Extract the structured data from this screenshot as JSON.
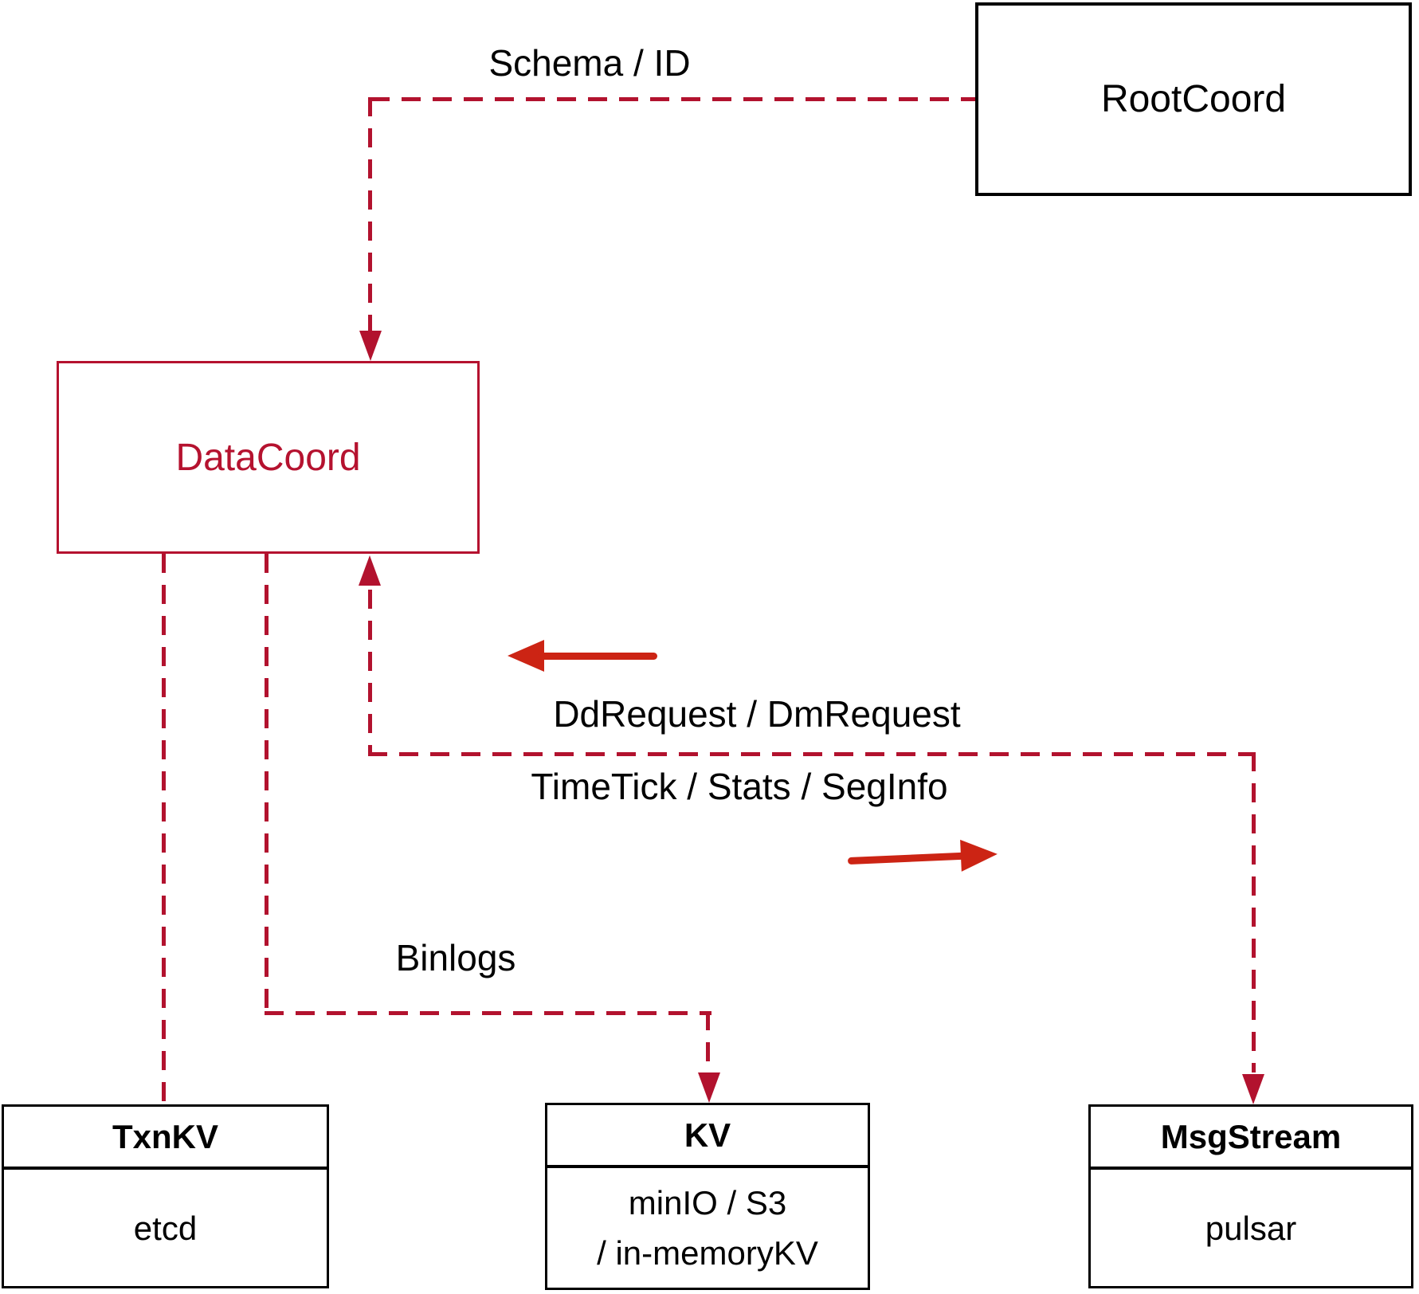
{
  "diagram": {
    "nodes": {
      "rootcoord": {
        "label": "RootCoord"
      },
      "datacoord": {
        "label": "DataCoord"
      },
      "txnkv": {
        "header": "TxnKV",
        "body": "etcd"
      },
      "kv": {
        "header": "KV",
        "body_line1": "minIO / S3",
        "body_line2": "/ in-memoryKV"
      },
      "msgstream": {
        "header": "MsgStream",
        "body": "pulsar"
      }
    },
    "edges": {
      "schema_id": {
        "label": "Schema / ID"
      },
      "dd_dm_request": {
        "label": "DdRequest / DmRequest"
      },
      "timetick_stats_seginfo": {
        "label": "TimeTick / Stats / SegInfo"
      },
      "binlogs": {
        "label": "Binlogs"
      }
    },
    "colors": {
      "dashed_line": "#b2122e",
      "solid_arrow": "#cc2414",
      "datacoord_accent": "#b5122f",
      "box_border": "#000000",
      "label_text": "#000000",
      "background": "#ffffff"
    }
  }
}
